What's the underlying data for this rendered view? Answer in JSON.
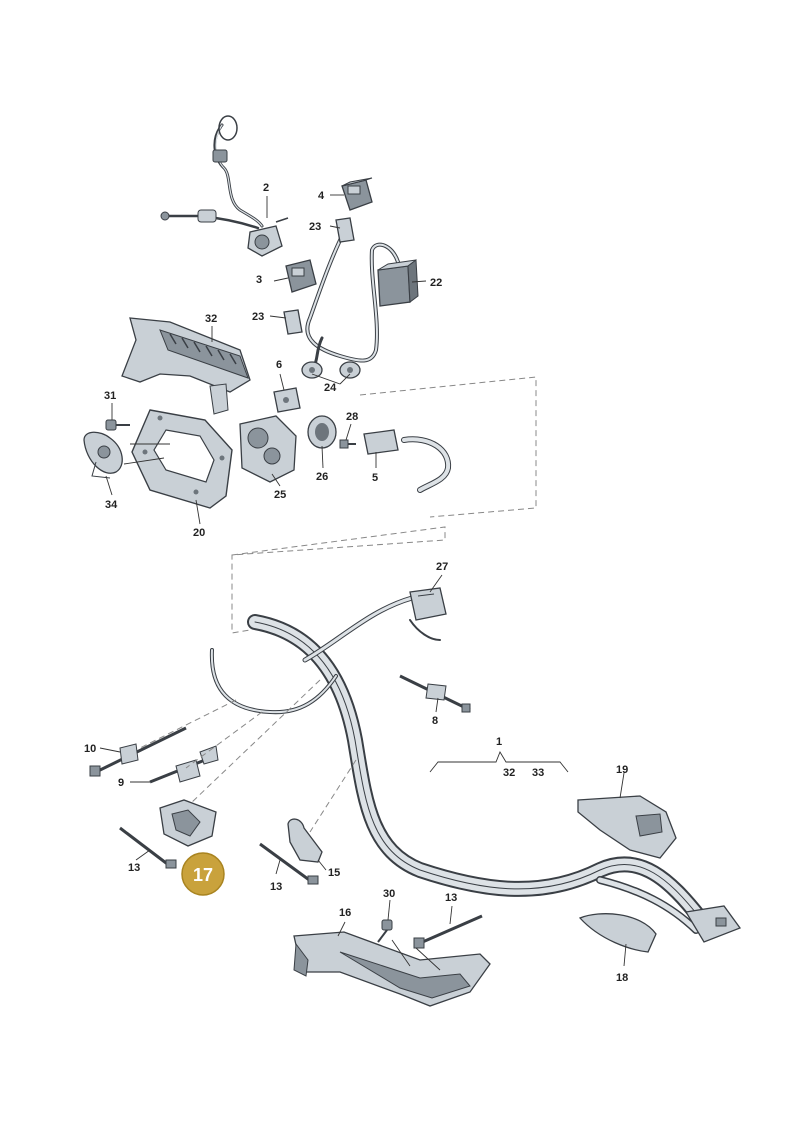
{
  "colors": {
    "part_fill": "#c9d0d6",
    "part_dark": "#8b949c",
    "part_stroke": "#3a3f45",
    "harness_outer": "#3a3f45",
    "harness_inner": "#dde2e6",
    "highlight_badge": "#c9a23c",
    "badge_text": "#ffffff",
    "label_text": "#222222"
  },
  "callouts": {
    "c1": "1",
    "c2": "2",
    "c3": "3",
    "c4": "4",
    "c5": "5",
    "c6": "6",
    "c8": "8",
    "c9": "9",
    "c10": "10",
    "c13a": "13",
    "c13b": "13",
    "c13c": "13",
    "c15": "15",
    "c16": "16",
    "c17": "17",
    "c18": "18",
    "c19": "19",
    "c20": "20",
    "c22": "22",
    "c23a": "23",
    "c23b": "23",
    "c24": "24",
    "c25": "25",
    "c26": "26",
    "c27": "27",
    "c28": "28",
    "c30": "30",
    "c31": "31",
    "c32a": "32",
    "c32b": "32",
    "c33": "33",
    "c34": "34"
  },
  "highlighted_part": "17"
}
